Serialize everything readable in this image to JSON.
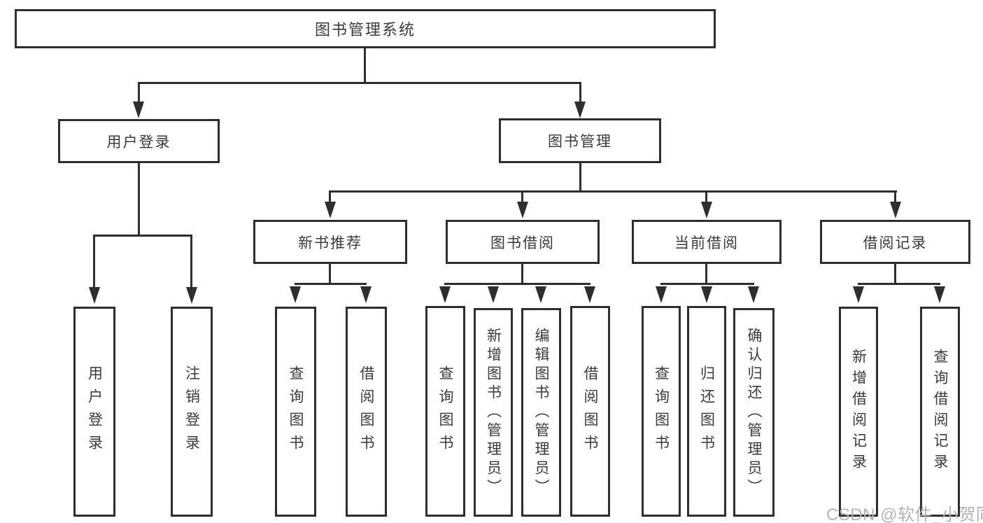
{
  "diagram": {
    "type": "hierarchy-tree",
    "title": "图书管理系统",
    "watermark": "CSDN @软件_小贺同学",
    "colors": {
      "line": "#2e2e2e",
      "text": "#3a3a3a",
      "box_fill": "#ffffff",
      "background": "#ffffff",
      "watermark": "#b3b3b3"
    },
    "tree": {
      "label": "图书管理系统",
      "children": [
        {
          "label": "用户登录",
          "children": [
            {
              "label": "用户登录"
            },
            {
              "label": "注销登录"
            }
          ]
        },
        {
          "label": "图书管理",
          "children": [
            {
              "label": "新书推荐",
              "children": [
                {
                  "label": "查询图书"
                },
                {
                  "label": "借阅图书"
                }
              ]
            },
            {
              "label": "图书借阅",
              "children": [
                {
                  "label": "查询图书"
                },
                {
                  "label": "新增图书（管理员）"
                },
                {
                  "label": "编辑图书（管理员）"
                },
                {
                  "label": "借阅图书"
                }
              ]
            },
            {
              "label": "当前借阅",
              "children": [
                {
                  "label": "查询图书"
                },
                {
                  "label": "归还图书"
                },
                {
                  "label": "确认归还（管理员）"
                }
              ]
            },
            {
              "label": "借阅记录",
              "children": [
                {
                  "label": "新增借阅记录"
                },
                {
                  "label": "查询借阅记录"
                }
              ]
            }
          ]
        }
      ]
    }
  }
}
